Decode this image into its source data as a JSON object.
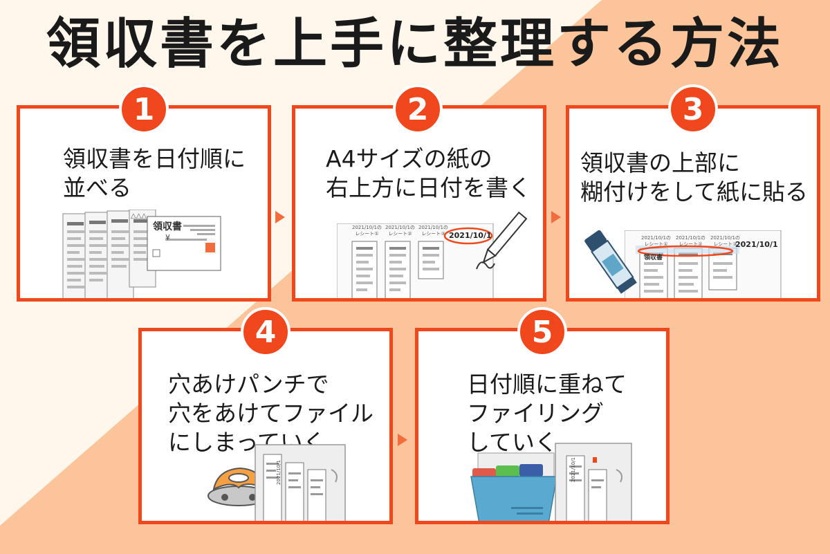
{
  "title": "領収書を上手に整理する方法",
  "colors": {
    "accent": "#f0471c",
    "background_light": "#fff6ec",
    "background_peach": "#fcc49a"
  },
  "steps": [
    {
      "number": "1",
      "lines": [
        "領収書を日付順に",
        "並べる"
      ]
    },
    {
      "number": "2",
      "lines": [
        "A4サイズの紙の",
        "右上方に日付を書く"
      ]
    },
    {
      "number": "3",
      "lines": [
        "領収書の上部に",
        "糊付けをして紙に貼る"
      ]
    },
    {
      "number": "4",
      "lines": [
        "穴あけパンチで",
        "穴をあけてファイル",
        "にしまっていく"
      ]
    },
    {
      "number": "5",
      "lines": [
        "日付順に重ねて",
        "ファイリング",
        "していく"
      ]
    }
  ],
  "illustrations": {
    "step1": {
      "receipt_title": "領収書",
      "triangles": "△△△",
      "yen": "¥"
    },
    "step2": {
      "headers": [
        "2021/10/1の",
        "2021/10/1の",
        "2021/10/1の"
      ],
      "subheaders": [
        "レシート①",
        "レシート②",
        "レシート③"
      ],
      "date": "2021/10/1"
    },
    "step3": {
      "headers": [
        "2021/10/1の",
        "2021/10/1の",
        "2021/10/1の"
      ],
      "subheaders": [
        "レシート①",
        "レシート②",
        "レシート③"
      ],
      "receipt_title": "領収書",
      "date": "2021/10/1"
    },
    "step4": {
      "sheet_text": "2021/10/1"
    },
    "step5": {
      "sheet_text": "2021/10/1"
    }
  },
  "icons": [
    "glue-stick-icon",
    "pen-icon",
    "hole-punch-icon",
    "clear-file-icon",
    "folder-icon",
    "arrow-right-icon"
  ]
}
